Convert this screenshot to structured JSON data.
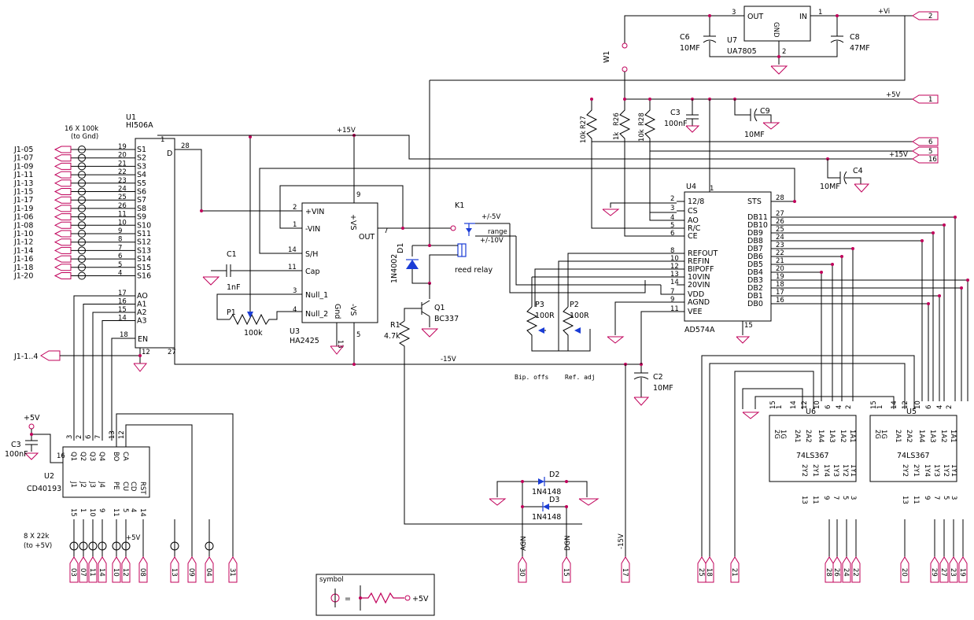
{
  "u1": {
    "ref": "U1",
    "part": "HI506A",
    "pulldown_note1": "16 X 100k",
    "pulldown_note2": "(to Gnd)",
    "pin_D": "D",
    "pin_EN": "EN",
    "s_pins": [
      "S1",
      "S2",
      "S3",
      "S4",
      "S5",
      "S6",
      "S7",
      "S8",
      "S9",
      "S10",
      "S11",
      "S12",
      "S13",
      "S14",
      "S15",
      "S16"
    ],
    "s_nums": [
      "19",
      "20",
      "21",
      "22",
      "23",
      "24",
      "25",
      "26",
      "11",
      "10",
      "9",
      "8",
      "7",
      "6",
      "5",
      "4"
    ],
    "a_pins": [
      "AO",
      "A1",
      "A2",
      "A3"
    ],
    "a_nums": [
      "17",
      "16",
      "15",
      "14"
    ],
    "p1": "1",
    "p28": "28",
    "p18": "18",
    "p12": "12",
    "p27": "27"
  },
  "j1_labels": [
    "J1-05",
    "J1-07",
    "J1-09",
    "J1-11",
    "J1-13",
    "J1-15",
    "J1-17",
    "J1-19",
    "J1-06",
    "J1-08",
    "J1-10",
    "J1-12",
    "J1-14",
    "J1-16",
    "J1-18",
    "J1-20"
  ],
  "j1_en": "J1-1..4",
  "u3": {
    "ref": "U3",
    "part": "HA2425",
    "vin_p": "+VIN",
    "vin_n": "-VIN",
    "sh": "S/H",
    "cap": "Cap",
    "null1": "Null_1",
    "null2": "Null_2",
    "out": "OUT",
    "vs_p": "+VS",
    "vs_n": "-VS",
    "gnd": "Gnd",
    "n2": "2",
    "n1": "1",
    "n14": "14",
    "n11": "11",
    "n3": "3",
    "n4": "4",
    "n7": "7",
    "n9": "9",
    "n13": "13",
    "n5": "5"
  },
  "c1": {
    "ref": "C1",
    "val": "1nF"
  },
  "p1": {
    "ref": "P1",
    "val": "100k"
  },
  "rails": {
    "p15": "+15V",
    "m15": "-15V",
    "p5": "+5V",
    "vi": "+Vi"
  },
  "k1": {
    "ref": "K1",
    "label": "reed relay",
    "m5": "+/-5V",
    "m10": "+/-10V",
    "range": "range"
  },
  "d1": {
    "ref": "D1",
    "part": "1N4002"
  },
  "q1": {
    "ref": "Q1",
    "part": "BC337"
  },
  "r1": {
    "ref": "R1",
    "val": "4.7k"
  },
  "u7": {
    "ref": "U7",
    "part": "UA7805",
    "out": "OUT",
    "in": "IN",
    "gnd": "GND",
    "n3": "3",
    "n1": "1",
    "n2": "2"
  },
  "c6": {
    "ref": "C6",
    "val": "10MF"
  },
  "c8": {
    "ref": "C8",
    "val": "47MF"
  },
  "w1": "W1",
  "r27": {
    "ref": "R27",
    "val": "10k"
  },
  "r26": {
    "ref": "R26",
    "val": "1k"
  },
  "r28": {
    "ref": "R28",
    "val": "10k"
  },
  "c3b": {
    "ref": "C3",
    "val": "100nF"
  },
  "c9": {
    "ref": "C9",
    "val": "10MF"
  },
  "c4": {
    "ref": "C4",
    "val": "10MF"
  },
  "c2": {
    "ref": "C2",
    "val": "10MF"
  },
  "u4": {
    "ref": "U4",
    "part": "AD574A",
    "left": [
      "12/8",
      "CS",
      "AO",
      "R/C",
      "CE",
      "REFOUT",
      "REFIN",
      "BIPOFF",
      "10VIN",
      "20VIN",
      "VDD",
      "AGND",
      "VEE"
    ],
    "left_n": [
      "2",
      "3",
      "4",
      "5",
      "6",
      "8",
      "10",
      "12",
      "13",
      "14",
      "7",
      "9",
      "11"
    ],
    "right": [
      "STS",
      "DB11",
      "DB10",
      "DB9",
      "DB8",
      "DB7",
      "DB6",
      "DB5",
      "DB4",
      "DB3",
      "DB2",
      "DB1",
      "DB0"
    ],
    "right_n": [
      "28",
      "27",
      "26",
      "25",
      "24",
      "23",
      "22",
      "21",
      "20",
      "19",
      "18",
      "17",
      "16"
    ],
    "n1": "1",
    "n15": "15"
  },
  "p3": {
    "ref": "P3",
    "val": "100R"
  },
  "p2": {
    "ref": "P2",
    "val": "100R"
  },
  "bip": "Bip. offs",
  "refadj": "Ref. adj",
  "u6": {
    "ref": "U6",
    "part": "74LS367",
    "top": [
      "15",
      "1",
      "14",
      "12",
      "10",
      "6",
      "4",
      "2"
    ],
    "tl": [
      "2G",
      "1G",
      "2A1",
      "2A2",
      "1A4",
      "1A3",
      "1A2",
      "1A1"
    ],
    "bl": [
      "2Y2",
      "2Y1",
      "1Y4",
      "1Y3",
      "1Y2",
      "1Y1"
    ],
    "bn": [
      "13",
      "11",
      "9",
      "7",
      "5",
      "3"
    ]
  },
  "u5": {
    "ref": "U5",
    "part": "74LS367",
    "top": [
      "15",
      "1",
      "14",
      "12",
      "10",
      "6",
      "4",
      "2"
    ],
    "tl": [
      "2G",
      "1G",
      "2A1",
      "2A2",
      "1A4",
      "1A3",
      "1A2",
      "1A1"
    ],
    "bl": [
      "2Y2",
      "2Y1",
      "1Y4",
      "1Y3",
      "1Y2",
      "1Y1"
    ],
    "bn": [
      "13",
      "11",
      "9",
      "7",
      "5",
      "3"
    ]
  },
  "u2": {
    "ref": "U2",
    "part": "CD40193",
    "top": [
      "Q1",
      "Q2",
      "Q3",
      "Q4",
      "BO",
      "CA"
    ],
    "tn": [
      "3",
      "2",
      "6",
      "7",
      "13",
      "12"
    ],
    "bot": [
      "J1",
      "J2",
      "J3",
      "J4",
      "PE",
      "CU",
      "CD",
      "RST"
    ],
    "bn": [
      "15",
      "1",
      "10",
      "9",
      "11",
      "5",
      "4",
      "14"
    ],
    "n16": "16"
  },
  "c3a": {
    "ref": "C3",
    "val": "100nF",
    "rail": "+5V"
  },
  "pullup_note1": "8 X 22k",
  "pullup_note2": "(to +5V)",
  "pp5": "+5V",
  "d2": {
    "ref": "D2",
    "part": "1N4148"
  },
  "d3": {
    "ref": "D3",
    "part": "1N4148"
  },
  "right_conn": [
    "2",
    "1",
    "6",
    "5",
    "16"
  ],
  "bottom_conn": [
    "03",
    "07",
    "11",
    "14",
    "10",
    "12",
    "08",
    "13",
    "09",
    "04",
    "31",
    "30",
    "15",
    "17",
    "25",
    "18",
    "21",
    "28",
    "26",
    "24",
    "22",
    "20",
    "29",
    "27",
    "23",
    "19"
  ],
  "bottom_sig": {
    "agn": "AGN",
    "dgn": "DGN",
    "m15": "-15V"
  },
  "symbol": {
    "title": "symbol",
    "eq": "=",
    "p5": "+5V"
  }
}
